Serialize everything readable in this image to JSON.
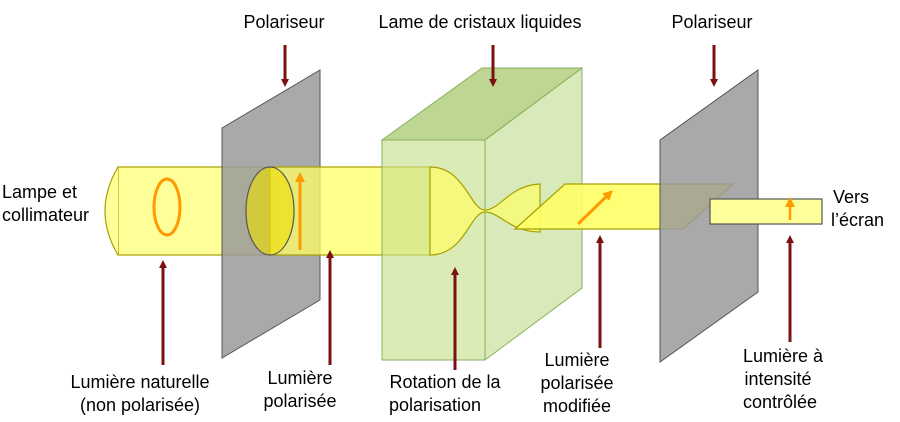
{
  "labels": {
    "polariseur_left": "Polariseur",
    "lame": "Lame de cristaux liquides",
    "polariseur_right": "Polariseur",
    "lampe_1": "Lampe et",
    "lampe_2": "collimateur",
    "vers_1": "Vers",
    "vers_2": "l’écran",
    "naturelle_1": "Lumière naturelle",
    "naturelle_2": "(non polarisée)",
    "polarisee_1": "Lumière",
    "polarisee_2": "polarisée",
    "rotation_1": "Rotation de la",
    "rotation_2": "polarisation",
    "modifiee_1": "Lumière",
    "modifiee_2": "polarisée",
    "modifiee_3": "modifiée",
    "controlee_1": "Lumière à",
    "controlee_2": "intensité",
    "controlee_3": "contrôlée"
  },
  "colors": {
    "beam_fill": "#ffff99",
    "beam_stroke": "#a8a000",
    "polarizer": "#9a9a9a",
    "lc_front": "#c8e08e",
    "lc_top": "#a8c870",
    "arrow": "#7b1113",
    "polarization": "#ff9a00"
  }
}
